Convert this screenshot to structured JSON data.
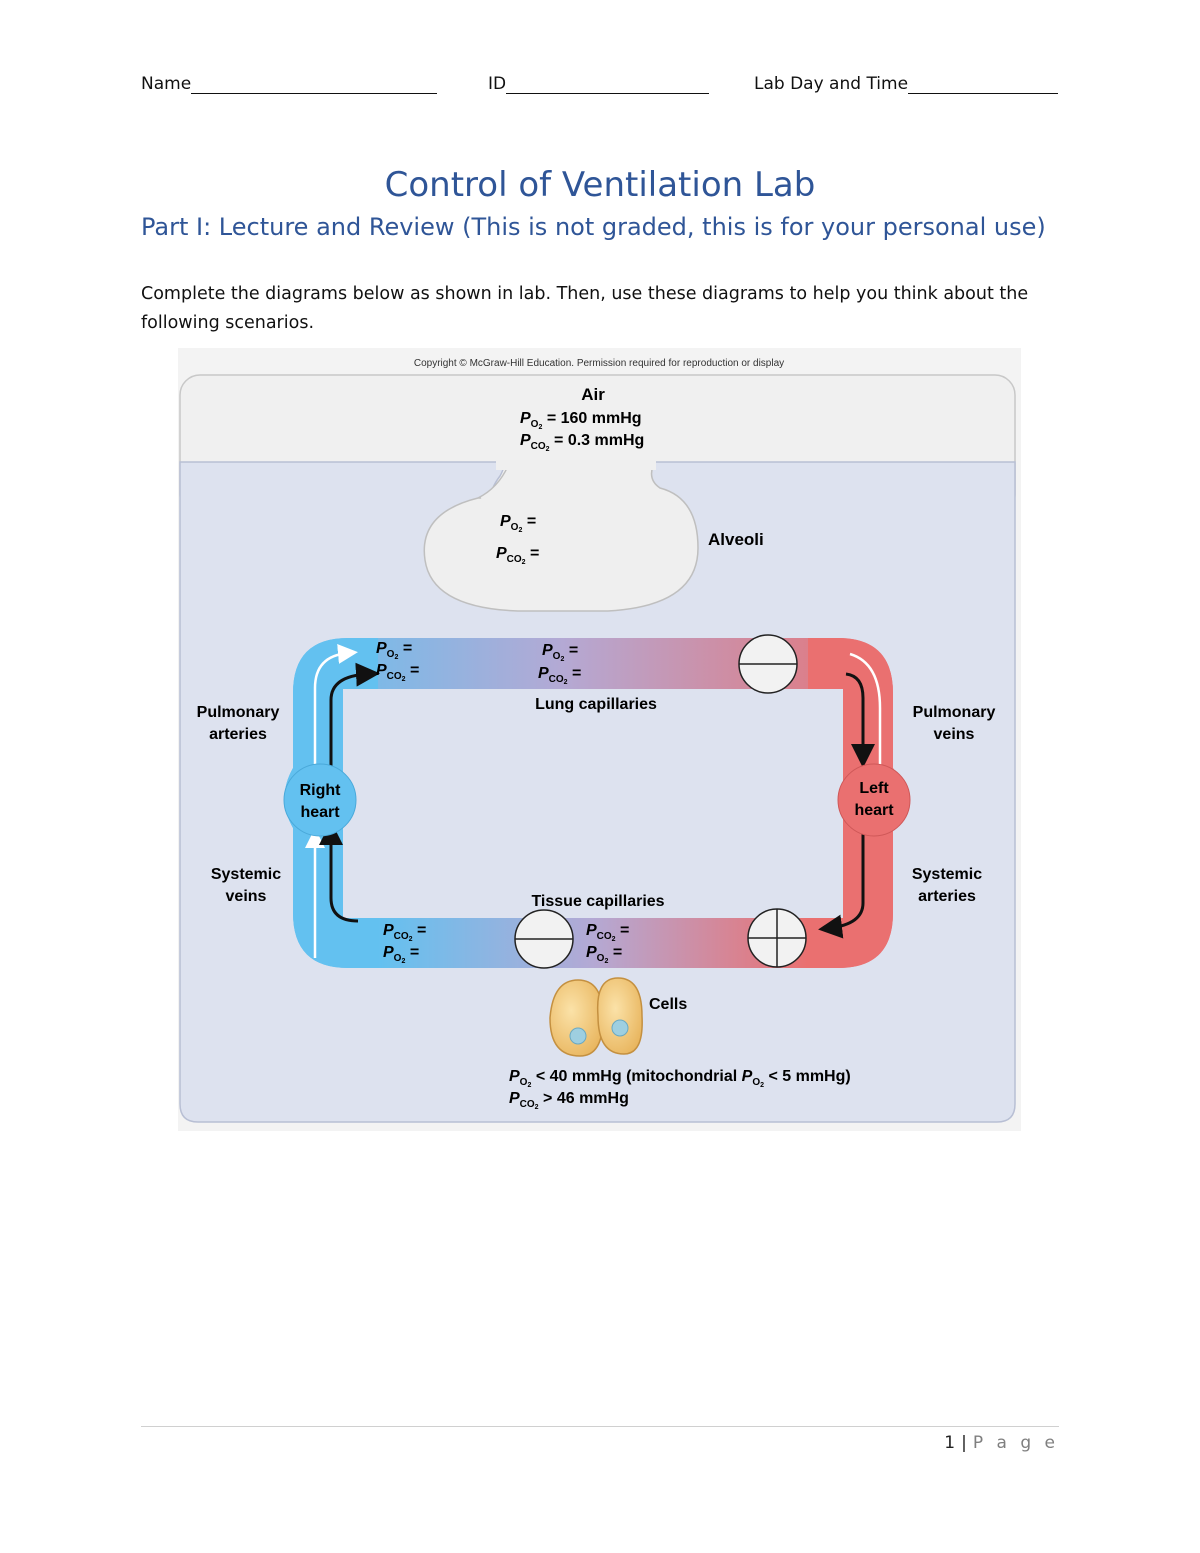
{
  "header": {
    "name_label": "Name",
    "id_label": "ID",
    "labday_label": "Lab Day and Time"
  },
  "title": "Control of Ventilation Lab",
  "part_heading": "Part I: Lecture and Review (This is not graded, this is for your personal use)",
  "intro_text": "Complete the diagrams below as shown in lab. Then, use these diagrams to help you think about the following scenarios.",
  "figure": {
    "copyright": "Copyright © McGraw-Hill Education. Permission required for reproduction or display",
    "air_label": "Air",
    "air_po2": "= 160 mmHg",
    "air_pco2": "= 0.3 mmHg",
    "alveoli_label": "Alveoli",
    "lung_cap_label": "Lung capillaries",
    "tissue_cap_label": "Tissue capillaries",
    "pulm_arteries": [
      "Pulmonary",
      "arteries"
    ],
    "pulm_veins": [
      "Pulmonary",
      "veins"
    ],
    "sys_veins": [
      "Systemic",
      "veins"
    ],
    "sys_arteries": [
      "Systemic",
      "arteries"
    ],
    "right_heart": [
      "Right",
      "heart"
    ],
    "left_heart": [
      "Left",
      "heart"
    ],
    "cells_label": "Cells",
    "cells_po2": "< 40 mmHg (mitochondrial",
    "cells_po2_mito": "< 5 mmHg)",
    "cells_pco2": "> 46 mmHg",
    "eq": "="
  },
  "footer": {
    "page_number": "1",
    "separator": "|",
    "page_word": "P a g e"
  },
  "colors": {
    "heading_blue": "#2f5597",
    "venous_blue": "#6ec6f0",
    "arterial_red": "#e46a6a",
    "panel": "#dde2ef"
  }
}
